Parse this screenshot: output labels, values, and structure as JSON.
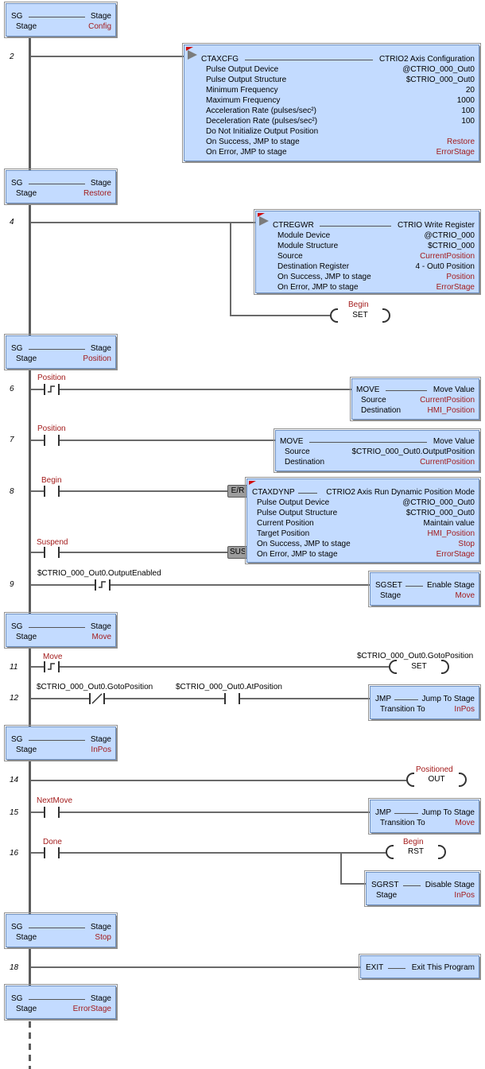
{
  "rungs": {
    "r2": "2",
    "r4": "4",
    "r6": "6",
    "r7": "7",
    "r8": "8",
    "r9": "9",
    "r11": "11",
    "r12": "12",
    "r14": "14",
    "r15": "15",
    "r16": "16",
    "r18": "18"
  },
  "stages": [
    {
      "kw": "SG",
      "type": "Stage",
      "label": "Stage",
      "name": "Config"
    },
    {
      "kw": "SG",
      "type": "Stage",
      "label": "Stage",
      "name": "Restore"
    },
    {
      "kw": "SG",
      "type": "Stage",
      "label": "Stage",
      "name": "Position"
    },
    {
      "kw": "SG",
      "type": "Stage",
      "label": "Stage",
      "name": "Move"
    },
    {
      "kw": "SG",
      "type": "Stage",
      "label": "Stage",
      "name": "InPos"
    },
    {
      "kw": "SG",
      "type": "Stage",
      "label": "Stage",
      "name": "Stop"
    },
    {
      "kw": "SG",
      "type": "Stage",
      "label": "Stage",
      "name": "ErrorStage"
    }
  ],
  "ctaxcfg": {
    "kw": "CTAXCFG",
    "title": "CTRIO2 Axis Configuration",
    "rows": [
      [
        "Pulse Output Device",
        "@CTRIO_000_Out0"
      ],
      [
        "Pulse Output Structure",
        "$CTRIO_000_Out0"
      ],
      [
        "Minimum Frequency",
        "20"
      ],
      [
        "Maximum Frequency",
        "1000"
      ],
      [
        "Acceleration Rate (pulses/sec²)",
        "100"
      ],
      [
        "Deceleration Rate (pulses/sec²)",
        "100"
      ],
      [
        "Do Not Initialize Output Position",
        ""
      ],
      [
        "On Success, JMP to stage",
        "Restore"
      ],
      [
        "On Error, JMP to stage",
        "ErrorStage"
      ]
    ]
  },
  "ctregwr": {
    "kw": "CTREGWR",
    "title": "CTRIO Write Register",
    "rows": [
      [
        "Module Device",
        "@CTRIO_000"
      ],
      [
        "Module Structure",
        "$CTRIO_000"
      ],
      [
        "Source",
        "CurrentPosition"
      ],
      [
        "Destination Register",
        "4 - Out0 Position"
      ],
      [
        "On Success, JMP to stage",
        "Position"
      ],
      [
        "On Error, JMP to stage",
        "ErrorStage"
      ]
    ]
  },
  "coil_begin_set": {
    "name": "Begin",
    "op": "SET"
  },
  "contact_position1": "Position",
  "move1": {
    "kw": "MOVE",
    "title": "Move Value",
    "rows": [
      [
        "Source",
        "CurrentPosition"
      ],
      [
        "Destination",
        "HMI_Position"
      ]
    ]
  },
  "contact_position2": "Position",
  "move2": {
    "kw": "MOVE",
    "title": "Move Value",
    "rows": [
      [
        "Source",
        "$CTRIO_000_Out0.OutputPosition"
      ],
      [
        "Destination",
        "CurrentPosition"
      ]
    ]
  },
  "contact_begin": "Begin",
  "contact_suspend": "Suspend",
  "tag_er": "E/R",
  "tag_sus": "SUS",
  "ctaxdynp": {
    "kw": "CTAXDYNP",
    "title": "CTRIO2 Axis Run Dynamic Position Mode",
    "rows": [
      [
        "Pulse Output Device",
        "@CTRIO_000_Out0"
      ],
      [
        "Pulse Output Structure",
        "$CTRIO_000_Out0"
      ],
      [
        "Current Position",
        "Maintain value"
      ],
      [
        "Target Position",
        "HMI_Position"
      ],
      [
        "On Success, JMP to stage",
        "Stop"
      ],
      [
        "On Error, JMP to stage",
        "ErrorStage"
      ]
    ]
  },
  "contact_outputenabled": "$CTRIO_000_Out0.OutputEnabled",
  "sgset": {
    "kw": "SGSET",
    "title": "Enable Stage",
    "label": "Stage",
    "value": "Move"
  },
  "contact_move": "Move",
  "coil_goto": {
    "name": "$CTRIO_000_Out0.GotoPosition",
    "op": "SET"
  },
  "contact_gotopos": "$CTRIO_000_Out0.GotoPosition",
  "contact_atpos": "$CTRIO_000_Out0.AtPosition",
  "jmp1": {
    "kw": "JMP",
    "title": "Jump To Stage",
    "label": "Transition To",
    "value": "InPos"
  },
  "coil_positioned": {
    "name": "Positioned",
    "op": "OUT"
  },
  "contact_nextmove": "NextMove",
  "jmp2": {
    "kw": "JMP",
    "title": "Jump To Stage",
    "label": "Transition To",
    "value": "Move"
  },
  "contact_done": "Done",
  "coil_begin_rst": {
    "name": "Begin",
    "op": "RST"
  },
  "sgrst": {
    "kw": "SGRST",
    "title": "Disable Stage",
    "label": "Stage",
    "value": "InPos"
  },
  "exit": {
    "kw": "EXIT",
    "title": "Exit This Program"
  }
}
